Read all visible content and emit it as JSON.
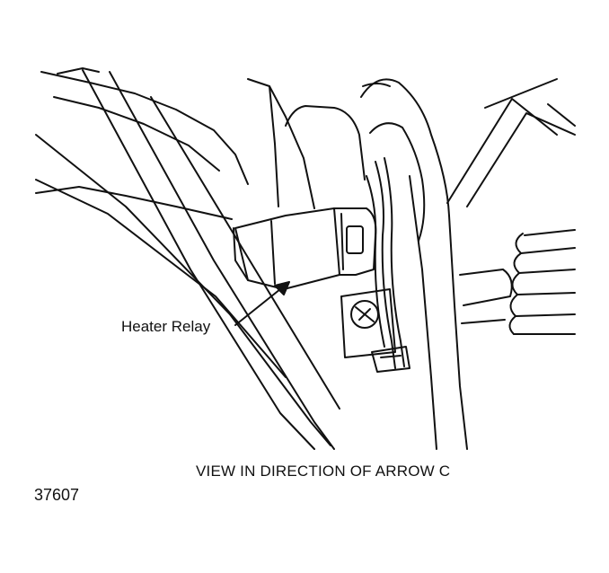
{
  "diagram": {
    "callout": "Heater Relay",
    "caption": "VIEW IN DIRECTION OF ARROW C",
    "figure_number": "37607"
  },
  "colors": {
    "ink": "#111111",
    "background": "#ffffff"
  }
}
